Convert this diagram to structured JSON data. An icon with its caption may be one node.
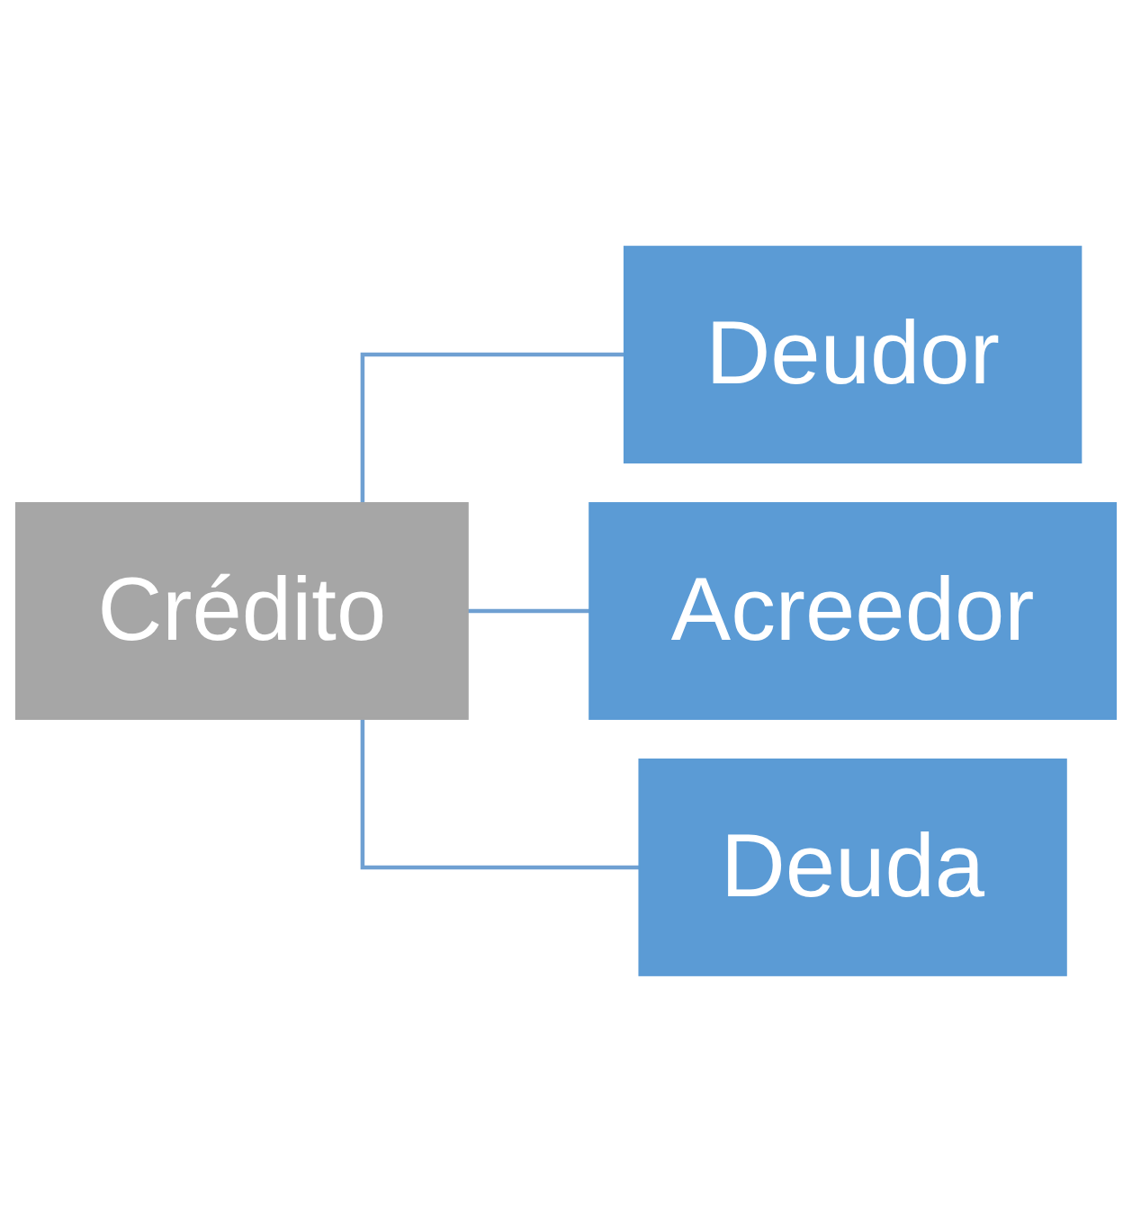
{
  "diagram": {
    "nodes": [
      {
        "text": [
          "Crédito"
        ]
      },
      {
        "text": [
          "Deudor"
        ]
      },
      {
        "text": [
          "Acreedor"
        ]
      },
      {
        "text": [
          "Deuda"
        ]
      }
    ],
    "edges": [
      {
        "from": 0,
        "to": 1,
        "arrow": "none"
      },
      {
        "from": 0,
        "to": 2,
        "arrow": "none"
      },
      {
        "from": 0,
        "to": 3,
        "arrow": "none"
      }
    ]
  }
}
